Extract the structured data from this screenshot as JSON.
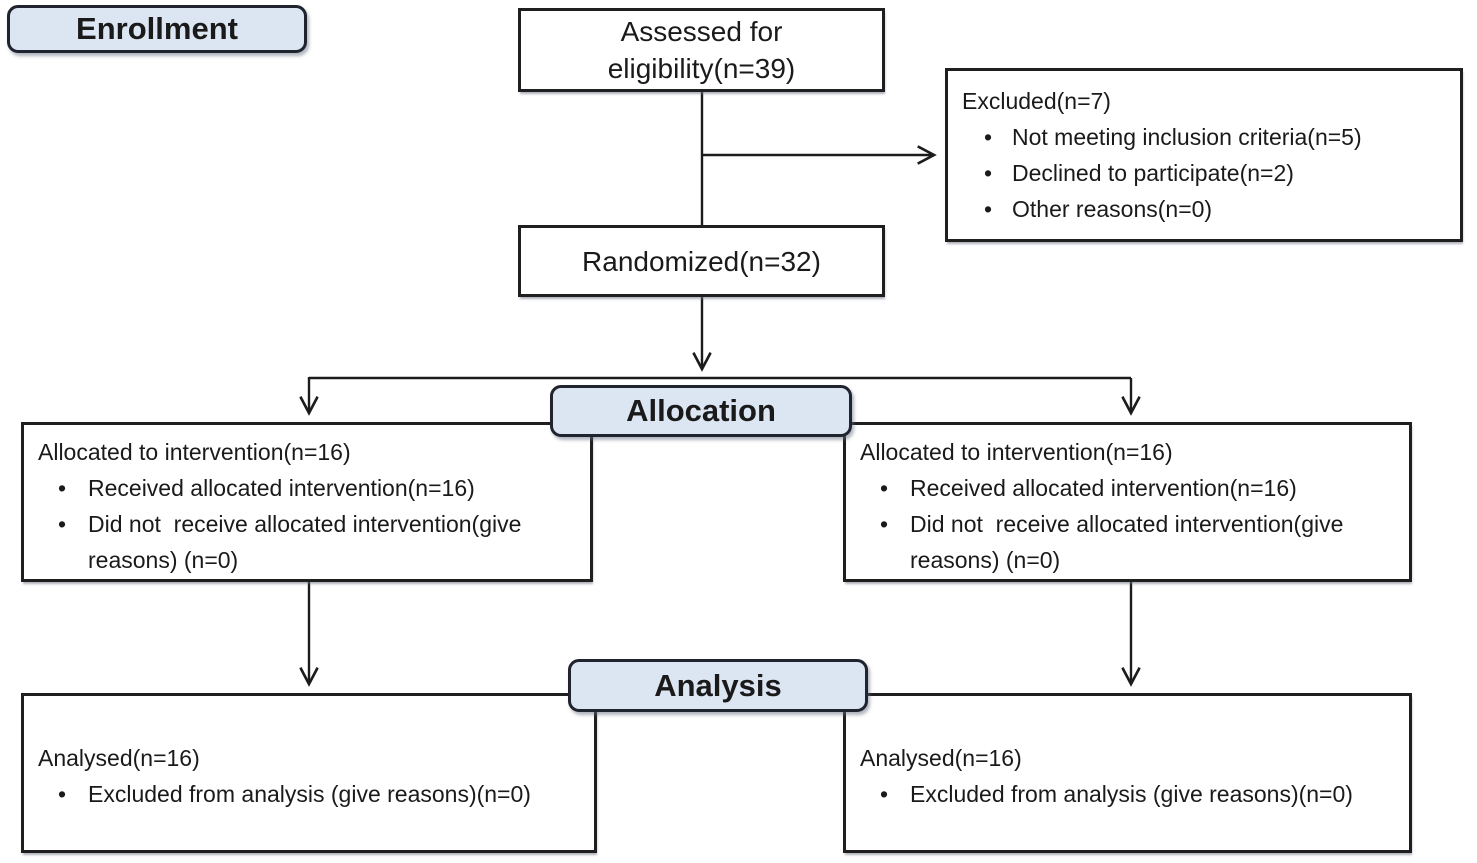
{
  "diagram": {
    "bullet_glyph": "•",
    "colors": {
      "label_fill": "#dce6f3",
      "box_border": "#1f1f1f",
      "line": "#1c1c1c",
      "background": "#ffffff"
    },
    "stages": {
      "enrollment": "Enrollment",
      "allocation": "Allocation",
      "analysis": "Analysis"
    },
    "boxes": {
      "assessed": {
        "text": "Assessed for eligibility(n=39)"
      },
      "excluded": {
        "title": "Excluded(n=7)",
        "bullets": [
          "Not meeting inclusion criteria(n=5)",
          "Declined to participate(n=2)",
          "Other reasons(n=0)"
        ]
      },
      "randomized": {
        "text": "Randomized(n=32)"
      },
      "alloc_left": {
        "title": "Allocated to intervention(n=16)",
        "bullets": [
          "Received allocated intervention(n=16)",
          "Did not  receive allocated intervention(give reasons) (n=0)"
        ]
      },
      "alloc_right": {
        "title": "Allocated to intervention(n=16)",
        "bullets": [
          "Received allocated intervention(n=16)",
          "Did not  receive allocated intervention(give reasons) (n=0)"
        ]
      },
      "analysis_left": {
        "title": "Analysed(n=16)",
        "bullets": [
          "Excluded from analysis (give reasons)(n=0)"
        ]
      },
      "analysis_right": {
        "title": "Analysed(n=16)",
        "bullets": [
          "Excluded from analysis (give reasons)(n=0)"
        ]
      }
    }
  }
}
